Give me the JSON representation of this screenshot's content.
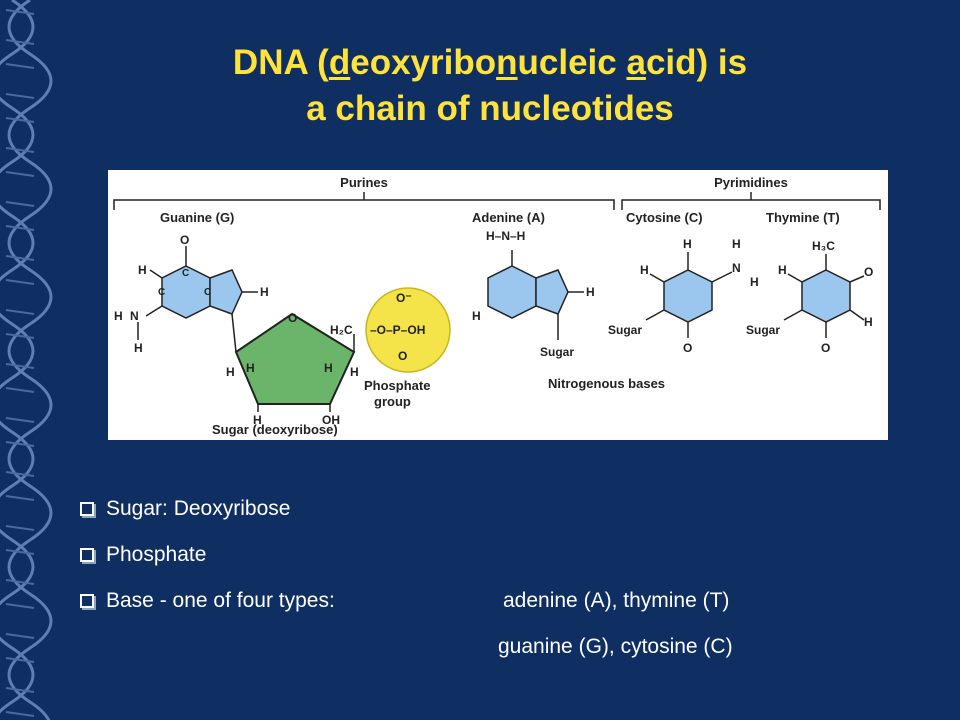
{
  "title": {
    "line1_pre": "DNA (",
    "line1_d": "d",
    "line1_mid1": "eoxyribo",
    "line1_n": "n",
    "line1_mid2": "ucleic ",
    "line1_a": "a",
    "line1_post": "cid) is",
    "line2": "a chain of nucleotides"
  },
  "diagram": {
    "purines": "Purines",
    "pyrimidines": "Pyrimidines",
    "guanine": "Guanine (G)",
    "adenine": "Adenine (A)",
    "cytosine": "Cytosine (C)",
    "thymine": "Thymine (T)",
    "phosphate_group_1": "Phosphate",
    "phosphate_group_2": "group",
    "nitrogenous_bases": "Nitrogenous bases",
    "sugar_label": "Sugar (deoxyribose)",
    "sugar": "Sugar",
    "h2c": "H₂C",
    "oh": "OH",
    "h3c": "H₃C",
    "o_minus": "O⁻",
    "colors": {
      "base": "#9bc7ef",
      "sugar": "#6bb56b",
      "phosphate": "#f5e34a"
    }
  },
  "bullets": {
    "sugar": "Sugar: Deoxyribose",
    "phosphate": "Phosphate",
    "base": "Base -  one of four types:",
    "bases_line1": "adenine  (A), thymine (T)",
    "bases_line2": "guanine  (G), cytosine (C)"
  }
}
